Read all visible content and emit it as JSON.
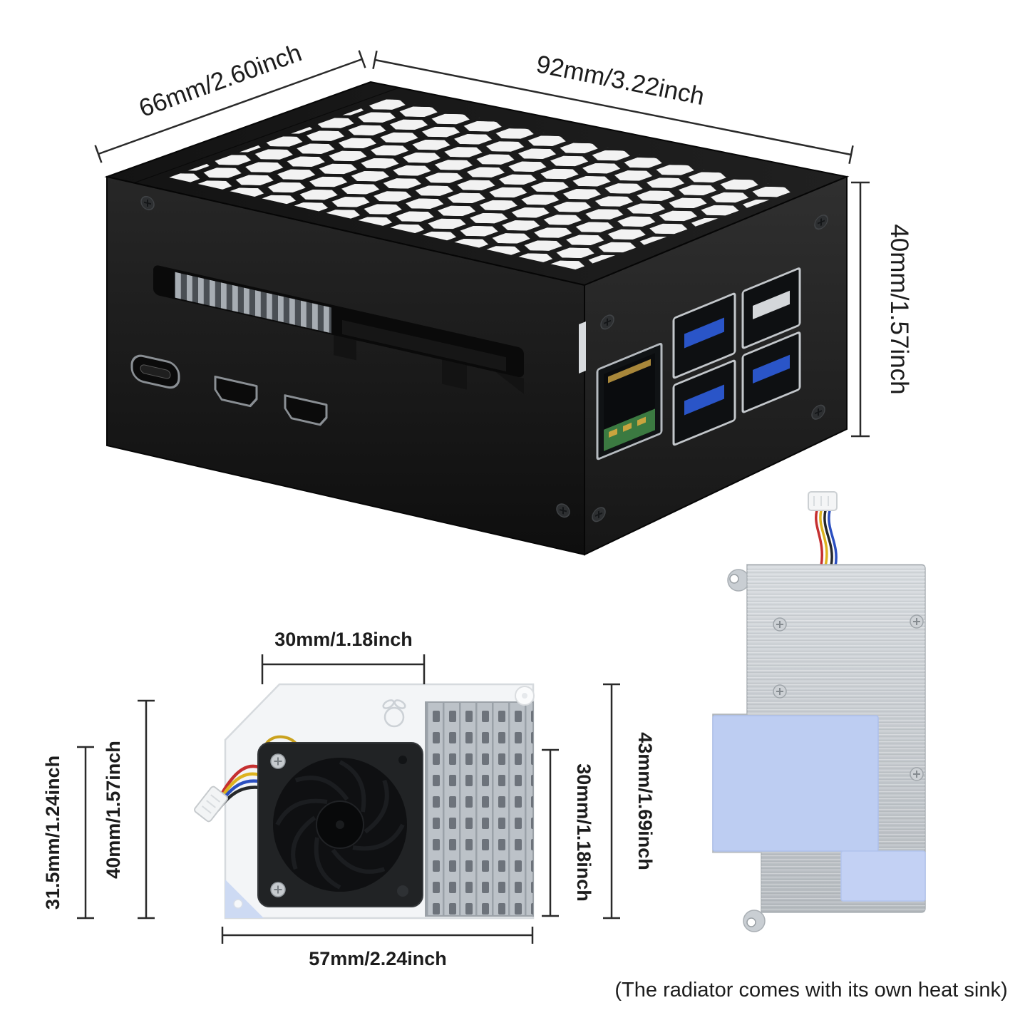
{
  "meta": {
    "background": "#ffffff",
    "note_color": "#ee0a0a",
    "case_color": "#1a1a1a",
    "heatsink_color": "#c0c5cb",
    "thermal_pad_color": "#bdcdf2"
  },
  "case": {
    "dim_top_left": "66mm/2.60inch",
    "dim_top_right": "92mm/3.22inch",
    "dim_height": "40mm/1.57inch"
  },
  "fan": {
    "dim_fan_width": "30mm/1.18inch",
    "dim_plate_height": "40mm/1.57inch",
    "dim_lower_height": "31.5mm/1.24inch",
    "dim_heatsink_height": "30mm/1.18inch",
    "dim_total_height": "43mm/1.69inch",
    "dim_total_width": "57mm/2.24inch"
  },
  "radiator": {
    "note": "(The radiator comes with its own heat sink)"
  }
}
